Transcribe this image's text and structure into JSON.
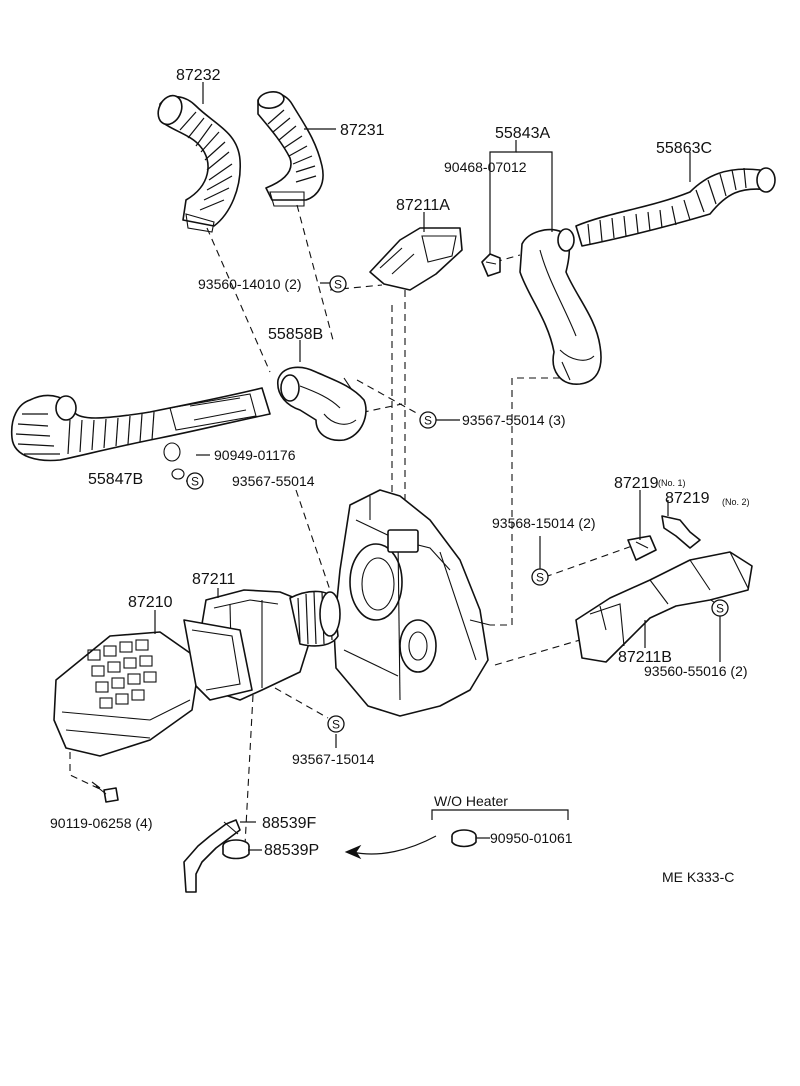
{
  "diagram": {
    "callouts": {
      "p87232": "87232",
      "p87231": "87231",
      "p55843A": "55843A",
      "p90468": "90468-07012",
      "p55863C": "55863C",
      "p87211A": "87211A",
      "p93560_14010": "93560-14010 (2)",
      "p55858B": "55858B",
      "p93567_55014_3": "93567-55014 (3)",
      "p90949": "90949-01176",
      "p55847B": "55847B",
      "p93567_55014": "93567-55014",
      "p87219_main": "87219",
      "p87219_no1": "(No. 1)",
      "p87219_sub": "87219",
      "p87219_no2": "(No. 2)",
      "p93568": "93568-15014 (2)",
      "p87211": "87211",
      "p87210": "87210",
      "p87211B": "87211B",
      "p93560_55016": "93560-55016 (2)",
      "p93567_15014": "93567-15014",
      "p90119": "90119-06258 (4)",
      "p88539F": "88539F",
      "p88539P": "88539P",
      "wo_heater": "W/O Heater",
      "p90950": "90950-01061",
      "ref_code": "ME  K333-C"
    },
    "screw_symbol": "S"
  }
}
